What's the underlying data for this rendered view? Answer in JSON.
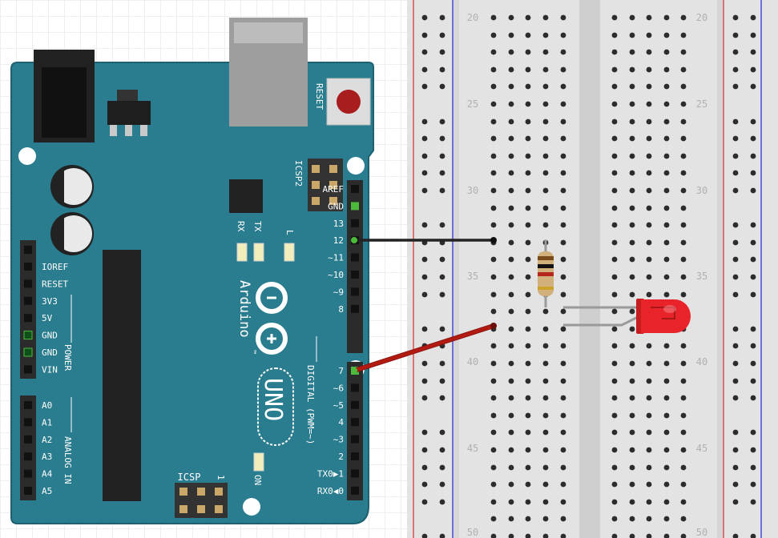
{
  "board": {
    "reset_label": "RESET",
    "icsp2_label": "ICSP2",
    "icsp_label": "ICSP",
    "icsp_pin1_label": "1",
    "tx_label": "TX",
    "rx_label": "RX",
    "l_label": "L",
    "on_label": "ON",
    "brand_label": "Arduino",
    "tm_label": "™",
    "model_label": "UNO",
    "digital_section_label": "DIGITAL (PWM=~)",
    "power_section_label": "POWER",
    "analog_section_label": "ANALOG IN",
    "digital_pins": [
      "AREF",
      "GND",
      "13",
      "12",
      "~11",
      "~10",
      "~9",
      "8",
      "7",
      "~6",
      "~5",
      "4",
      "~3",
      "2",
      "TX0▶1",
      "RX0◀0"
    ],
    "power_pins": [
      "IOREF",
      "RESET",
      "3V3",
      "5V",
      "GND",
      "GND",
      "VIN"
    ],
    "analog_pins": [
      "A0",
      "A1",
      "A2",
      "A3",
      "A4",
      "A5"
    ]
  },
  "breadboard": {
    "row_numbers": [
      "20",
      "25",
      "30",
      "35",
      "40",
      "45",
      "50"
    ]
  },
  "colors": {
    "board": "#2a7c8f",
    "board_edge": "#1d6070",
    "gnd_wire": "#222222",
    "signal_wire": "#b31b12",
    "led": "#e8232a",
    "breadboard": "#e3e3e3",
    "rail_red": "#d9534f",
    "rail_blue": "#4a4ad8",
    "active_hole": "#4cbb3c"
  }
}
